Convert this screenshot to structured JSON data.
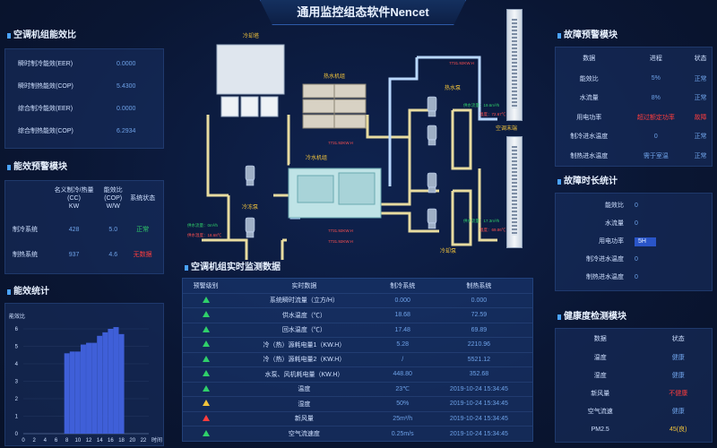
{
  "title": "通用监控组态软件Nencet",
  "hvac_eff": {
    "title": "空调机组能效比",
    "rows": [
      {
        "label": "瞬时制冷能效(EER)",
        "value": "0.0000"
      },
      {
        "label": "瞬时制热能效(COP)",
        "value": "5.4300"
      },
      {
        "label": "综合制冷能效(EER)",
        "value": "0.0000"
      },
      {
        "label": "综合制热能效(COP)",
        "value": "6.2934"
      }
    ]
  },
  "eff_warn": {
    "title": "能效预警模块",
    "headers": [
      "",
      "名义制冷/热量\n(CC)\nKW",
      "能效比\n(COP)\nW/W",
      "系统状态"
    ],
    "rows": [
      {
        "name": "制冷系统",
        "cap": "428",
        "cop": "5.0",
        "status": "正常",
        "status_color": "#2fd06a"
      },
      {
        "name": "制热系统",
        "cap": "937",
        "cop": "4.6",
        "status": "无数据",
        "status_color": "#ff3d3d"
      }
    ]
  },
  "eff_stats": {
    "title": "能效统计",
    "ylabel": "能效比",
    "xlabel": "时间"
  },
  "chart_data": {
    "type": "bar",
    "categories": [
      "0",
      "2",
      "4",
      "6",
      "8",
      "10",
      "12",
      "14",
      "16",
      "18",
      "20",
      "22"
    ],
    "x": [
      8,
      9,
      10,
      11,
      12,
      13,
      14,
      15,
      16,
      17,
      18
    ],
    "values": [
      4.6,
      4.7,
      4.7,
      5.1,
      5.2,
      5.2,
      5.6,
      5.8,
      6.0,
      6.1,
      5.7
    ],
    "ylim": [
      0,
      6
    ],
    "yticks": [
      "0",
      "1",
      "2",
      "3",
      "4",
      "5",
      "6"
    ],
    "xlabel": "时间",
    "ylabel": "能效比",
    "color": "#3f5fd8"
  },
  "diagram": {
    "cooling_tower": "冷却塔",
    "hot_water_unit": "热水机组",
    "chiller": "冷水机组",
    "chilled_pump": "冷冻泵",
    "hot_pump": "热水泵",
    "cooling_pump": "冷却泵",
    "ac_end": "空调末端",
    "pipe_label": "7731.92KW.H",
    "supply_flow_l": "供水流量：0m³/h",
    "supply_temp_l": "供水温度：18.68℃",
    "supply_flow_r1": "供水流量：19.6m³/h",
    "supply_temp_r1": "温度：72.67℃",
    "supply_flow_r2": "供水流量：17.3m³/h",
    "supply_temp_r2": "温度：69.86℃"
  },
  "realtime": {
    "title": "空调机组实时监测数据",
    "headers": [
      "预警级别",
      "实时数据",
      "制冷系统",
      "制热系统"
    ],
    "rows": [
      {
        "level": "g",
        "name": "系统瞬时流量（立方/H）",
        "cool": "0.000",
        "heat": "0.000"
      },
      {
        "level": "g",
        "name": "供水温度（℃）",
        "cool": "18.68",
        "heat": "72.59"
      },
      {
        "level": "g",
        "name": "回水温度（℃）",
        "cool": "17.48",
        "heat": "69.89"
      },
      {
        "level": "g",
        "name": "冷（热）源耗电量1（KW.H）",
        "cool": "5.28",
        "heat": "2210.96"
      },
      {
        "level": "g",
        "name": "冷（热）源耗电量2（KW.H）",
        "cool": "/",
        "heat": "5521.12"
      },
      {
        "level": "g",
        "name": "水泵、风机耗电量（KW.H）",
        "cool": "448.80",
        "heat": "352.68"
      },
      {
        "level": "g",
        "name": "温度",
        "cool": "23℃",
        "heat": "2019-10-24 15:34:45"
      },
      {
        "level": "y",
        "name": "湿度",
        "cool": "50%",
        "heat": "2019-10-24 15:34:45"
      },
      {
        "level": "r",
        "name": "新风量",
        "cool": "25m³/h",
        "heat": "2019-10-24 15:34:45"
      },
      {
        "level": "g",
        "name": "空气流速度",
        "cool": "0.25m/s",
        "heat": "2019-10-24 15:34:45"
      }
    ]
  },
  "fault_warn": {
    "title": "故障预警模块",
    "headers": [
      "数据",
      "进程",
      "状态"
    ],
    "rows": [
      {
        "name": "能效比",
        "prog": "5%",
        "prog_color": "#6ea2e8",
        "status": "正常",
        "status_color": "#6ea2e8"
      },
      {
        "name": "水流量",
        "prog": "8%",
        "prog_color": "#6ea2e8",
        "status": "正常",
        "status_color": "#6ea2e8"
      },
      {
        "name": "用电功率",
        "prog": "超过额定功率",
        "prog_color": "#ff3d3d",
        "status": "故障",
        "status_color": "#ff3d3d"
      },
      {
        "name": "制冷进水温度",
        "prog": "0",
        "prog_color": "#6ea2e8",
        "status": "正常",
        "status_color": "#6ea2e8"
      },
      {
        "name": "制热进水温度",
        "prog": "需于室温",
        "prog_color": "#6ea2e8",
        "status": "正常",
        "status_color": "#6ea2e8"
      }
    ]
  },
  "fault_time": {
    "title": "故障时长统计",
    "rows": [
      {
        "label": "能效比",
        "value": "0"
      },
      {
        "label": "水流量",
        "value": "0"
      },
      {
        "label": "用电功率",
        "value": "5H"
      },
      {
        "label": "制冷进水温度",
        "value": "0"
      },
      {
        "label": "制热进水温度",
        "value": "0"
      }
    ]
  },
  "health": {
    "title": "健康度检测模块",
    "headers": [
      "数据",
      "状态"
    ],
    "rows": [
      {
        "name": "温度",
        "status": "健康",
        "color": "#6ea2e8"
      },
      {
        "name": "湿度",
        "status": "健康",
        "color": "#6ea2e8"
      },
      {
        "name": "新风量",
        "status": "不健康",
        "color": "#ff3d3d"
      },
      {
        "name": "空气流速",
        "status": "健康",
        "color": "#6ea2e8"
      },
      {
        "name": "PM2.5",
        "status": "45(良)",
        "color": "#f3c43b"
      }
    ]
  }
}
